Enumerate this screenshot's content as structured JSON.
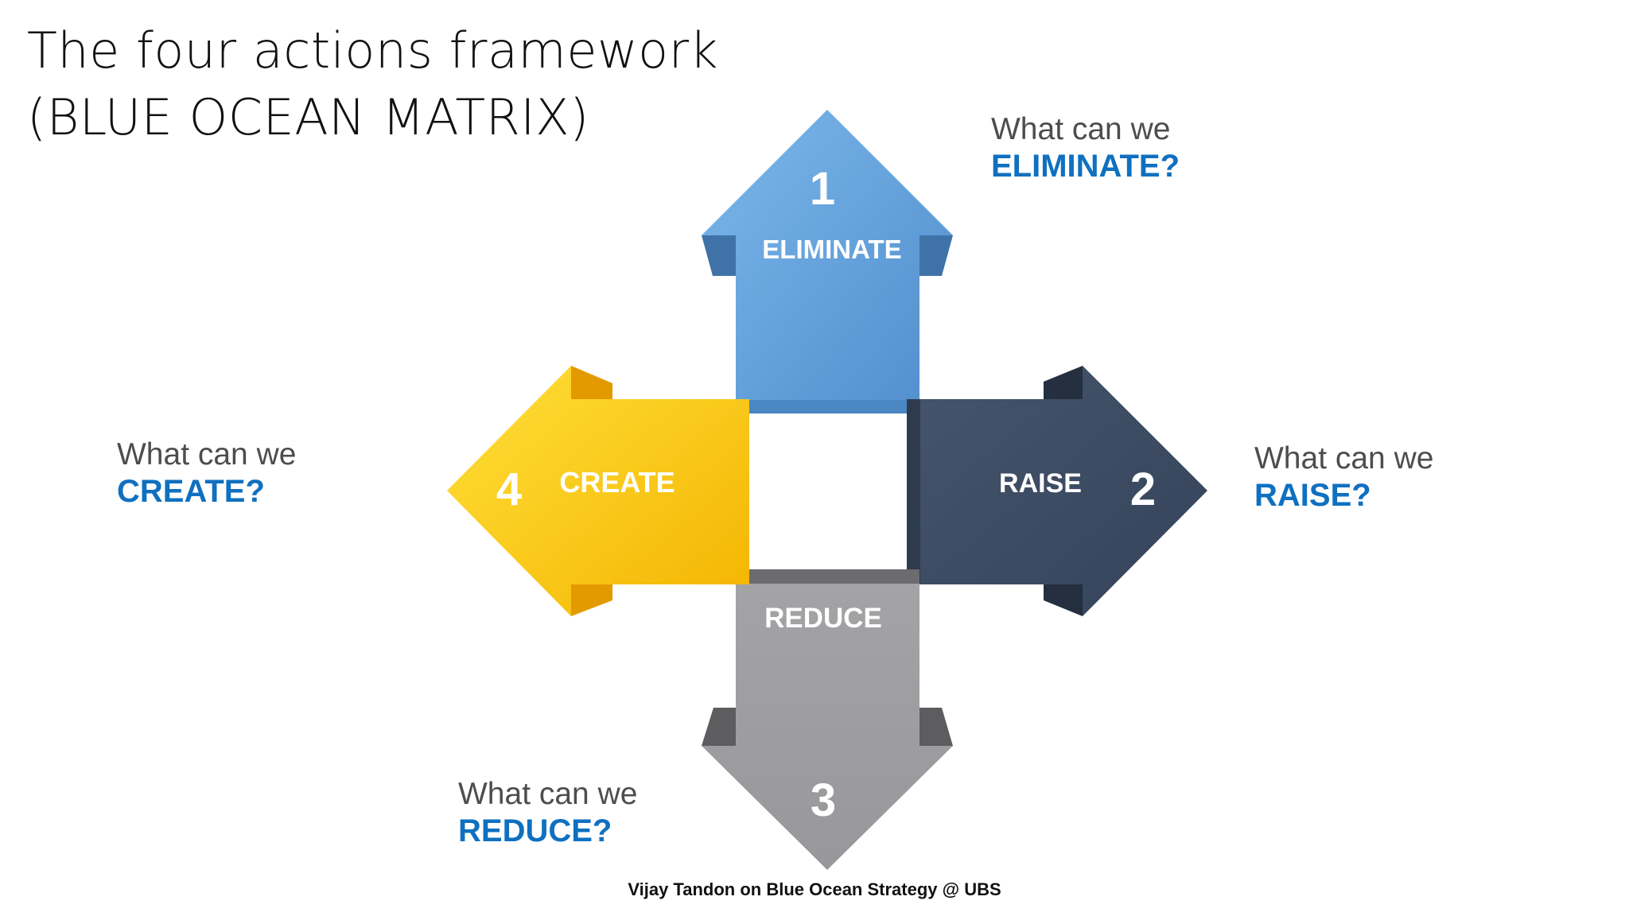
{
  "slide": {
    "title_line1": "The four actions framework",
    "title_line2": "(BLUE OCEAN MATRIX)",
    "credit": "Vijay Tandon on Blue Ocean Strategy @ UBS"
  },
  "actions": {
    "eliminate": {
      "number": "1",
      "label": "ELIMINATE",
      "color": "#5e9bd6",
      "question_prefix": "What can we",
      "question_verb": "ELIMINATE?"
    },
    "raise": {
      "number": "2",
      "label": "RAISE",
      "color": "#3e4d62",
      "question_prefix": "What can we",
      "question_verb": "RAISE?"
    },
    "reduce": {
      "number": "3",
      "label": "REDUCE",
      "color": "#9d9c9f",
      "question_prefix": "What can we",
      "question_verb": "REDUCE?"
    },
    "create": {
      "number": "4",
      "label": "CREATE",
      "color": "#f7bb12",
      "question_prefix": "What can we",
      "question_verb": "CREATE?"
    }
  },
  "colors": {
    "question_verb": "#0f70c0",
    "question_prefix": "#4d4d4d"
  }
}
